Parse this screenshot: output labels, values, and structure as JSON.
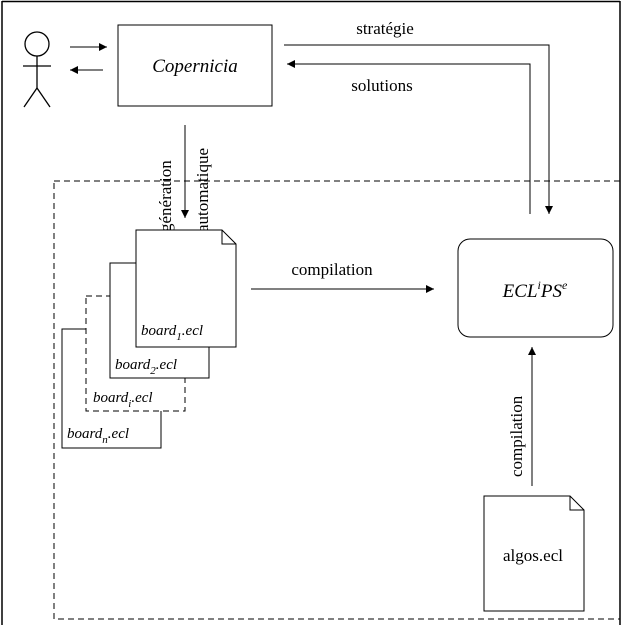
{
  "nodes": {
    "copernicia": "Copernicia",
    "eclipse": {
      "base1": "ECL",
      "sup1": "i",
      "base2": "PS",
      "sup2": "e"
    },
    "algos": "algos.ecl",
    "board1": {
      "base": "board",
      "sub": "1",
      "ext": ".ecl"
    },
    "board2": {
      "base": "board",
      "sub": "2",
      "ext": ".ecl"
    },
    "boardi": {
      "base": "board",
      "sub": "i",
      "ext": ".ecl"
    },
    "boardn": {
      "base": "board",
      "sub": "n",
      "ext": ".ecl"
    }
  },
  "edges": {
    "strategie": "stratégie",
    "solutions": "solutions",
    "generation": "génération",
    "automatique": "automatique",
    "compilation_h": "compilation",
    "compilation_v": "compilation"
  }
}
